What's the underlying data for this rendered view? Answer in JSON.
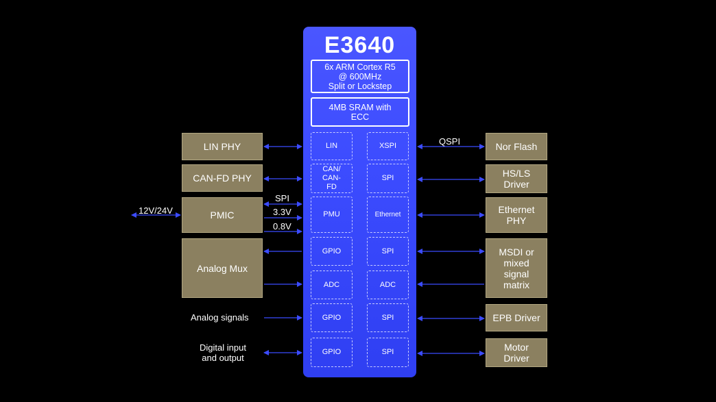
{
  "chip": {
    "title": "E3640",
    "cpu_line1": "6x ARM Cortex R5",
    "cpu_line2": "@ 600MHz",
    "cpu_line3": "Split or Lockstep",
    "sram_line1": "4MB SRAM with",
    "sram_line2": "ECC"
  },
  "left_peripherals": {
    "lin": "LIN",
    "can_1": "CAN/",
    "can_2": "CAN-",
    "can_3": "FD",
    "pmu": "PMU",
    "gpio1": "GPIO",
    "adc": "ADC",
    "gpio2": "GPIO",
    "gpio3": "GPIO"
  },
  "right_peripherals": {
    "xspi": "XSPI",
    "spi1": "SPI",
    "ethernet": "Ethernet",
    "spi2": "SPI",
    "adc": "ADC",
    "spi3": "SPI",
    "spi4": "SPI"
  },
  "left_external": {
    "lin_phy": "LIN PHY",
    "canfd_phy": "CAN-FD PHY",
    "pmic": "PMIC",
    "analog_mux": "Analog Mux"
  },
  "right_external": {
    "nor_flash": "Nor Flash",
    "hsls_1": "HS/LS",
    "hsls_2": "Driver",
    "eth_phy_1": "Ethernet",
    "eth_phy_2": "PHY",
    "msdi_1": "MSDI or",
    "msdi_2": "mixed",
    "msdi_3": "signal",
    "msdi_4": "matrix",
    "epb": "EPB Driver",
    "motor_1": "Motor",
    "motor_2": "Driver"
  },
  "labels": {
    "qspi": "QSPI",
    "spi": "SPI",
    "v33": "3.3V",
    "v08": "0.8V",
    "v12_24": "12V/24V",
    "analog_signals": "Analog signals",
    "digital_1": "Digital input",
    "digital_2": "and output"
  },
  "colors": {
    "background": "#000000",
    "chip": "#3c4cff",
    "external_block": "#8b8060",
    "arrow": "#3b4bff"
  }
}
